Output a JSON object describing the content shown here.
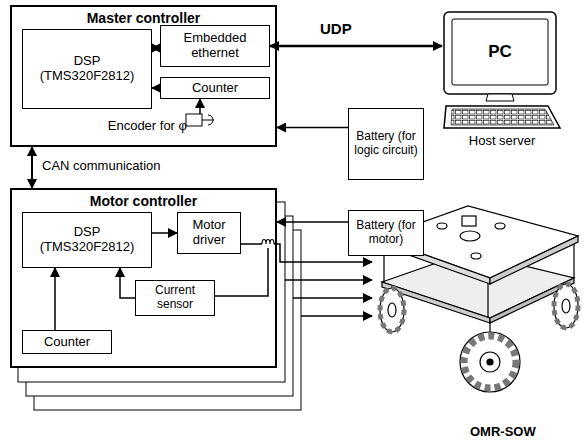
{
  "diagram": {
    "nodes": [
      {
        "text": [
          "Master controller"
        ]
      },
      {
        "text": [
          "DSP (TMS320F2812)"
        ],
        "in": 0
      },
      {
        "text": [
          "Embedded ethernet"
        ],
        "in": 0
      },
      {
        "text": [
          "Counter"
        ],
        "in": 0
      },
      {
        "text": [
          "Encoder for φ"
        ],
        "in": 0
      },
      {
        "text": [
          "PC",
          "Host server"
        ]
      },
      {
        "text": [
          "Battery (for logic circuit)"
        ]
      },
      {
        "text": [
          "Motor controller"
        ]
      },
      {
        "text": [
          "DSP (TMS320F2812)"
        ],
        "in": 7
      },
      {
        "text": [
          "Motor driver"
        ],
        "in": 7
      },
      {
        "text": [
          "Current sensor"
        ],
        "in": 7
      },
      {
        "text": [
          "Counter"
        ],
        "in": 7
      },
      {
        "text": [
          "Battery (for motor)"
        ]
      }
    ],
    "edges": [
      {
        "from": 1,
        "to": 2,
        "arrow": "both"
      },
      {
        "from": 3,
        "to": 1,
        "arrow": "to"
      },
      {
        "from": 4,
        "to": 3,
        "arrow": "to"
      },
      {
        "from": 2,
        "to": 5,
        "label": "UDP",
        "arrow": "both"
      },
      {
        "from": 6,
        "to": 0,
        "arrow": "to"
      },
      {
        "from": 0,
        "to": 7,
        "label": "CAN communication",
        "arrow": "both"
      },
      {
        "from": 8,
        "to": 9,
        "arrow": "to"
      },
      {
        "from": 11,
        "to": 8,
        "arrow": "to"
      },
      {
        "from": 10,
        "to": 8,
        "arrow": "to"
      },
      {
        "from": 12,
        "to": 7,
        "arrow": "to"
      }
    ],
    "labels": [
      "OMR-SOW"
    ]
  }
}
